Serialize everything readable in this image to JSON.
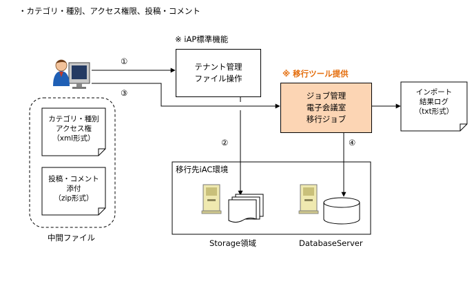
{
  "heading": "・カテゴリ・種別、アクセス権限、投稿・コメント",
  "iap": {
    "note": "※ iAP標準機能",
    "box_text": "テナント管理\nファイル操作"
  },
  "migration": {
    "note": "※ 移行ツール提供",
    "box_text": "ジョブ管理\n電子会議室\n移行ジョブ",
    "fill": "#fcd5b4",
    "border": "#000000",
    "note_color": "#e46c0a"
  },
  "import_log": {
    "text": "インポート\n結果ログ\n（txt形式）"
  },
  "intermediate": {
    "label": "中間ファイル",
    "doc1": "カテゴリ・種別\nアクセス権\n（xml形式）",
    "doc2": "投稿・コメント\n添付\n（zip形式）"
  },
  "target": {
    "label": "移行先iAC環境",
    "storage_label": "Storage領域",
    "db_label": "DatabaseServer"
  },
  "steps": [
    "①",
    "②",
    "③",
    "④"
  ],
  "icons": [
    "user-pc-icon",
    "server-icon",
    "document-stack-icon",
    "database-icon"
  ]
}
